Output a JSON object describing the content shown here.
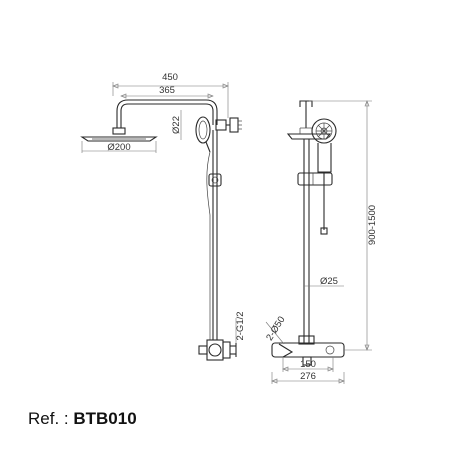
{
  "caption": {
    "prefix": "Ref. :",
    "code": "BTB010"
  },
  "dimensions": {
    "arm_length": "450",
    "arm_reach": "365",
    "head_diameter": "Ø200",
    "pipe_diameter": "Ø22",
    "inlet_thread": "2-G1/2",
    "height_range": "900-1500",
    "riser_diameter": "Ø25",
    "valve_diameter": "2-Ø50",
    "center_distance": "150",
    "body_width": "276"
  }
}
